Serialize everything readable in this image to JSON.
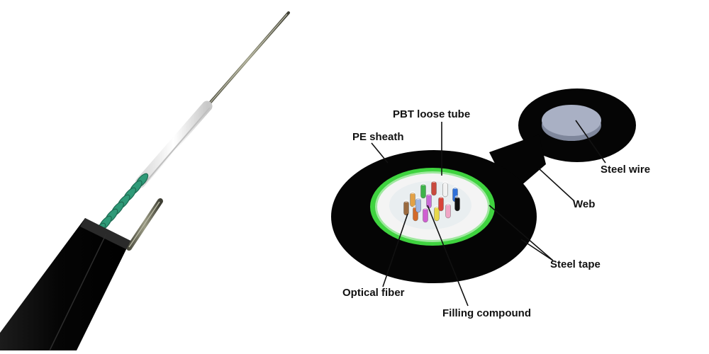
{
  "diagram": {
    "labels": {
      "pbt_loose_tube": "PBT loose tube",
      "pe_sheath": "PE sheath",
      "steel_wire": "Steel wire",
      "web": "Web",
      "steel_tape": "Steel tape",
      "optical_fiber": "Optical fiber",
      "filling_compound": "Filling compound"
    },
    "colors": {
      "sheath": "#050505",
      "steel_tape": "#3fd33f",
      "loose_tube": "#f4f4f4",
      "gel": "#e9eef0",
      "steel_wire": "#a9b0c4",
      "armor_wire": "#2f9a78"
    },
    "fiber_colors": [
      "#e3a146",
      "#3db34a",
      "#c94a3e",
      "#f2f2f2",
      "#2f6fd8",
      "#d36a2a",
      "#cf5fd1",
      "#e7d84a",
      "#f0a6c6",
      "#111111",
      "#9a6a3f",
      "#d8443a",
      "#c96bd6",
      "#a0b7e6"
    ]
  }
}
